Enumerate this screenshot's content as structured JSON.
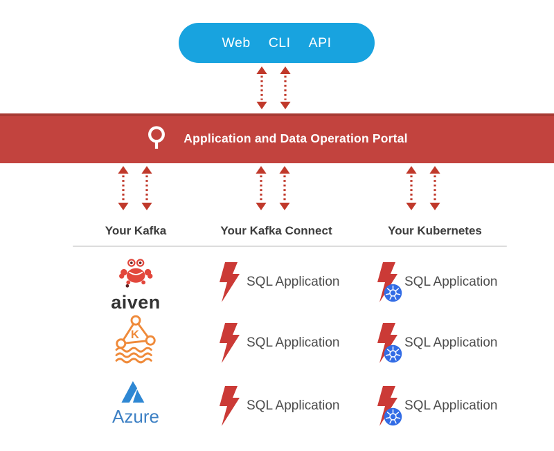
{
  "top_pill": {
    "items": [
      "Web",
      "CLI",
      "API"
    ]
  },
  "banner": {
    "icon": "magnifier-icon",
    "title": "Application and Data Operation Portal"
  },
  "columns": [
    {
      "header": "Your Kafka",
      "items": [
        {
          "type": "aiven-logo",
          "label": "aiven"
        },
        {
          "type": "kafka-on-water-logo",
          "letter": "K"
        },
        {
          "type": "azure-logo",
          "label": "Azure"
        }
      ]
    },
    {
      "header": "Your Kafka Connect",
      "items": [
        {
          "icon": "lightning-bolt-icon",
          "label": "SQL Application"
        },
        {
          "icon": "lightning-bolt-icon",
          "label": "SQL Application"
        },
        {
          "icon": "lightning-bolt-icon",
          "label": "SQL Application"
        }
      ]
    },
    {
      "header": "Your Kubernetes",
      "items": [
        {
          "icon": "lightning-bolt-kubernetes-icon",
          "label": "SQL Application"
        },
        {
          "icon": "lightning-bolt-kubernetes-icon",
          "label": "SQL Application"
        },
        {
          "icon": "lightning-bolt-kubernetes-icon",
          "label": "SQL Application"
        }
      ]
    }
  ],
  "colors": {
    "pill_blue": "#18a3df",
    "banner_red": "#c2433e",
    "banner_red_dark": "#a73a34",
    "arrow_red": "#c0392b",
    "bolt_red": "#cb3a36",
    "kafka_orange": "#ef8a3a",
    "aiven_red": "#e2473c",
    "azure_blue": "#2e87d3",
    "azure_text_blue": "#3d80c4",
    "kubernetes_blue": "#326ce5",
    "header_text": "#3d3d3d",
    "label_text": "#4d4d4d"
  }
}
